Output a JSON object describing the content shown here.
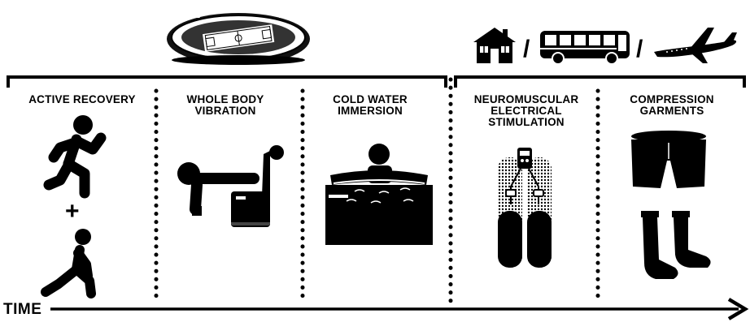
{
  "categories": [
    {
      "label": "ACTIVE RECOVERY"
    },
    {
      "label": "WHOLE BODY VIBRATION"
    },
    {
      "label": "COLD WATER IMMERSION"
    },
    {
      "label": "NEUROMUSCULAR ELECTRICAL STIMULATION"
    },
    {
      "label": "COMPRESSION GARMENTS"
    }
  ],
  "plus_sign": "+",
  "separator_1": "/",
  "separator_2": "/",
  "axis_label": "TIME",
  "icons": {
    "stadium": "stadium-icon",
    "house": "house-icon",
    "bus": "bus-icon",
    "airplane": "airplane-icon",
    "runner": "running-person-icon",
    "stretcher": "stretching-person-icon",
    "vibration": "vibration-platform-icon",
    "ice_bath": "ice-bath-icon",
    "nmes": "nmes-device-icon",
    "shorts": "compression-shorts-icon",
    "socks": "compression-socks-icon"
  }
}
